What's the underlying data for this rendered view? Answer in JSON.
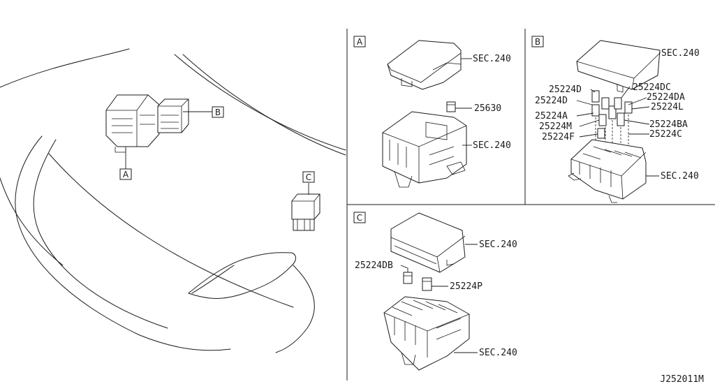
{
  "view_tags": {
    "a": "A",
    "b": "B",
    "c": "C"
  },
  "panel_a": {
    "tag": "A",
    "labels": [
      "SEC.240",
      "25630",
      "SEC.240"
    ]
  },
  "panel_b": {
    "tag": "B",
    "labels": [
      "SEC.240",
      "25224D",
      "25224DC",
      "25224D",
      "25224DA",
      "25224L",
      "25224A",
      "25224M",
      "25224BA",
      "25224F",
      "25224C",
      "SEC.240"
    ]
  },
  "panel_c": {
    "tag": "C",
    "labels": [
      "SEC.240",
      "25224DB",
      "25224P",
      "SEC.240"
    ]
  },
  "diagram_code": "J252011M"
}
